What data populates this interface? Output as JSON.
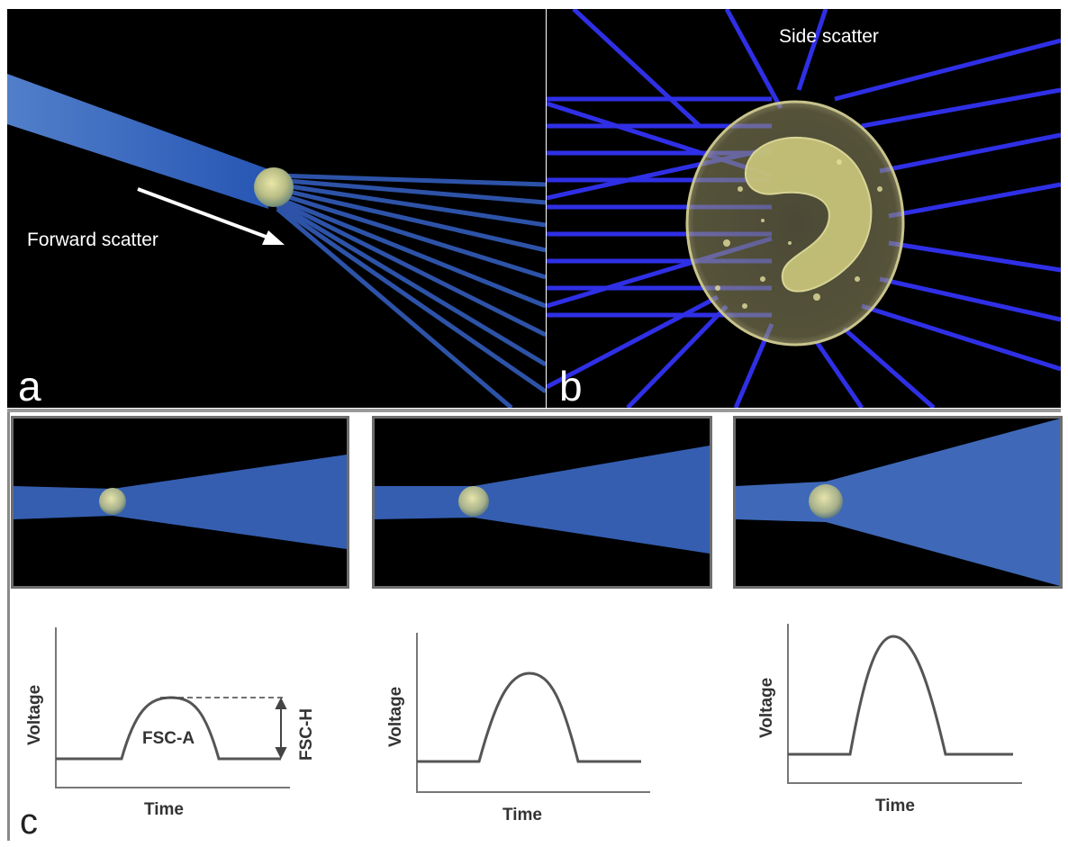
{
  "panel_a": {
    "letter": "a",
    "caption": "Forward scatter"
  },
  "panel_b": {
    "letter": "b",
    "caption": "Side scatter"
  },
  "panel_c": {
    "letter": "c",
    "graphs": [
      {
        "ylabel": "Voltage",
        "xlabel": "Time",
        "area_label": "FSC-A",
        "height_label": "FSC-H"
      },
      {
        "ylabel": "Voltage",
        "xlabel": "Time"
      },
      {
        "ylabel": "Voltage",
        "xlabel": "Time"
      }
    ]
  },
  "colors": {
    "beam": "#3a6fd8",
    "laser_line": "#3a3aff",
    "cell": "#c9c47a",
    "background": "#000000",
    "trace": "#555555"
  }
}
